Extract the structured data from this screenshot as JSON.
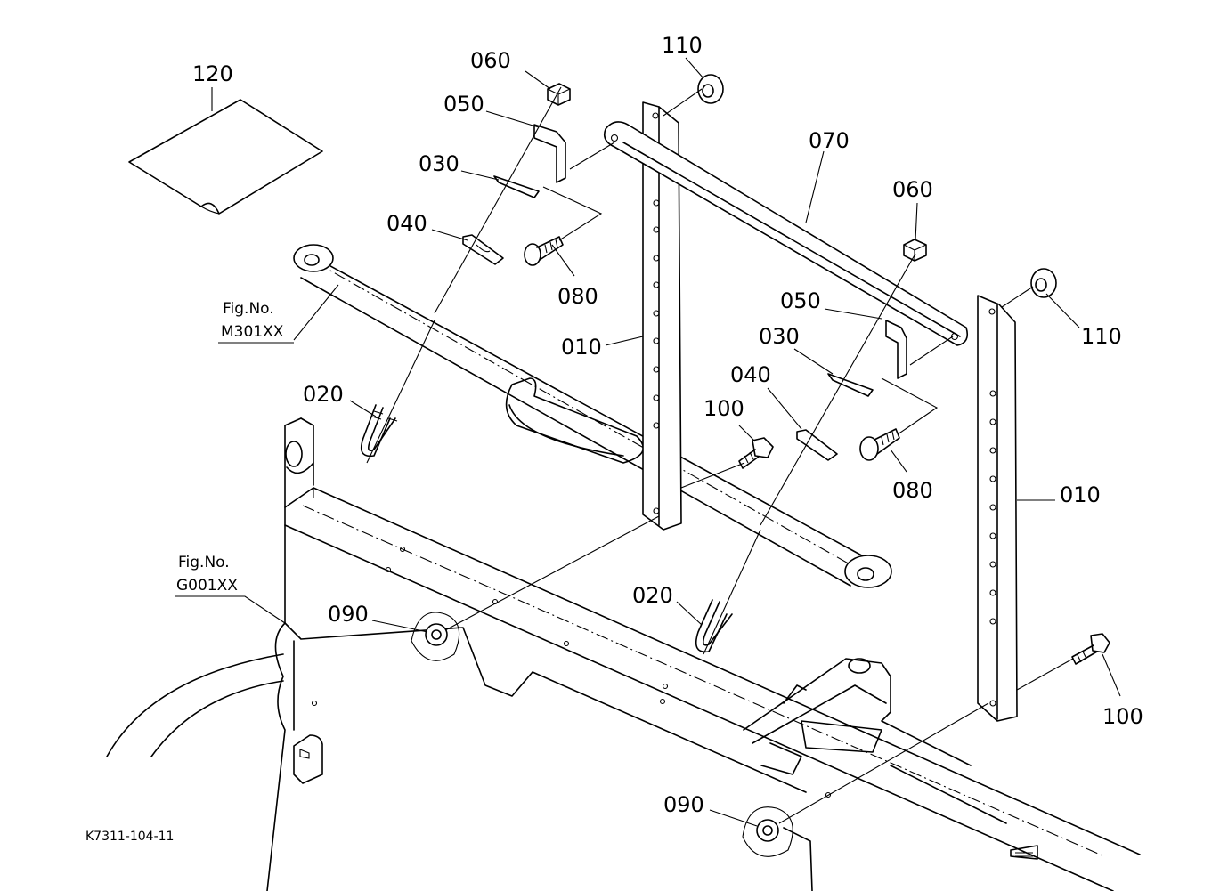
{
  "drawing_code": "K7311-104-11",
  "references": [
    {
      "line1": "Fig.No.",
      "line2": "M301XX"
    },
    {
      "line1": "Fig.No.",
      "line2": "G001XX"
    }
  ],
  "labels": [
    {
      "id": "120",
      "text": "120"
    },
    {
      "id": "060a",
      "text": "060"
    },
    {
      "id": "110a",
      "text": "110"
    },
    {
      "id": "050a",
      "text": "050"
    },
    {
      "id": "070",
      "text": "070"
    },
    {
      "id": "030a",
      "text": "030"
    },
    {
      "id": "060b",
      "text": "060"
    },
    {
      "id": "040a",
      "text": "040"
    },
    {
      "id": "080a",
      "text": "080"
    },
    {
      "id": "050b",
      "text": "050"
    },
    {
      "id": "110b",
      "text": "110"
    },
    {
      "id": "030b",
      "text": "030"
    },
    {
      "id": "010a",
      "text": "010"
    },
    {
      "id": "040b",
      "text": "040"
    },
    {
      "id": "020a",
      "text": "020"
    },
    {
      "id": "100a",
      "text": "100"
    },
    {
      "id": "080b",
      "text": "080"
    },
    {
      "id": "010b",
      "text": "010"
    },
    {
      "id": "020b",
      "text": "020"
    },
    {
      "id": "090a",
      "text": "090"
    },
    {
      "id": "100b",
      "text": "100"
    },
    {
      "id": "090b",
      "text": "090"
    }
  ]
}
